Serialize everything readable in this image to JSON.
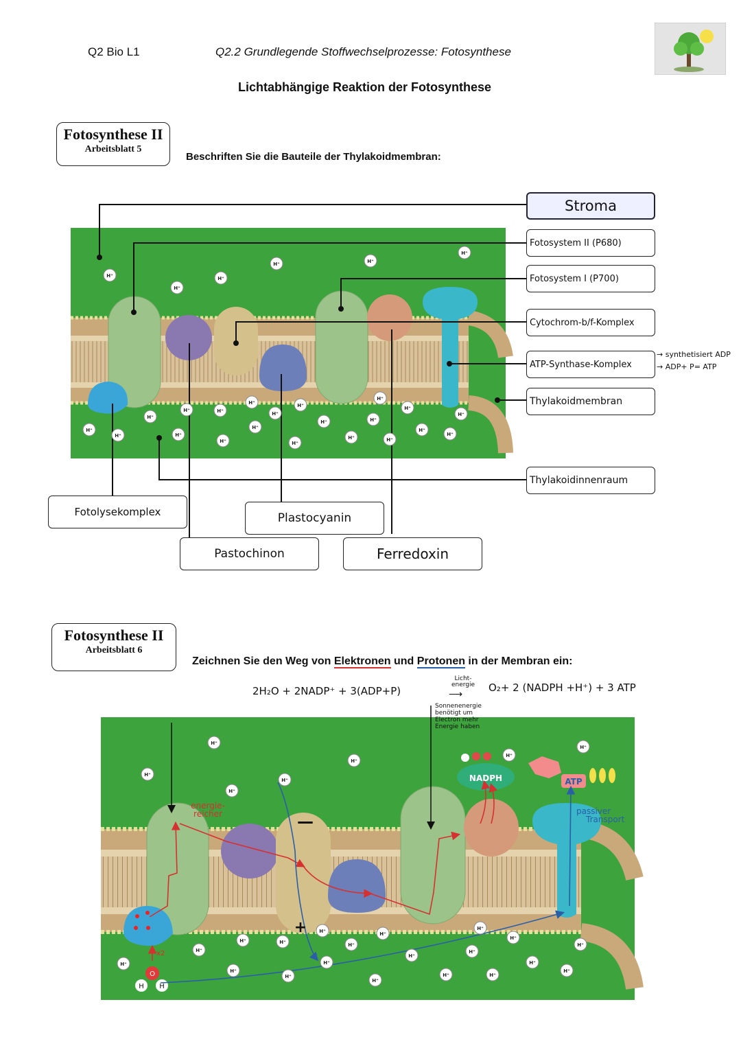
{
  "header": {
    "course": "Q2 Bio L1",
    "unit": "Q2.2 Grundlegende Stoffwechselprozesse: Fotosynthese",
    "title": "Lichtabhängige Reaktion der Fotosynthese"
  },
  "worksheet1": {
    "name": "Fotosynthese II",
    "sheet": "Arbeitsblatt 5",
    "instruction": "Beschriften Sie die Bauteile der Thylakoidmembran:",
    "labels": {
      "stroma": "Stroma",
      "ps2": "Fotosystem II (P680)",
      "ps1": "Fotosystem I (P700)",
      "cytochrom": "Cytochrom-b/f-Komplex",
      "atp_synthase": "ATP-Synthase-Komplex",
      "membrane": "Thylakoidmembran",
      "lumen": "Thylakoidinnenraum",
      "photolysis": "Fotolysekomplex",
      "plastocyanin": "Plastocyanin",
      "plastochinon": "Pastochinon",
      "ferredoxin": "Ferredoxin"
    },
    "atp_notes": [
      "synthetisiert ADP",
      "ADP+ P= ATP"
    ],
    "proton_label": "H⁺"
  },
  "worksheet2": {
    "name": "Fotosynthese II",
    "sheet": "Arbeitsblatt 6",
    "instruction_pre": "Zeichnen Sie  den Weg von ",
    "instruction_e": "Elektronen",
    "instruction_mid": " und ",
    "instruction_p": "Protonen",
    "instruction_post": " in der Membran ein:",
    "equation_left": "2H₂O + 2NADP⁺ + 3(ADP+P)",
    "equation_arrow_label": "Licht-energie",
    "equation_right": "O₂+ 2 (NADPH +H⁺) + 3 ATP",
    "sun_note": [
      "Sonnenenergie",
      "benötigt um",
      "Electron mehr",
      "Energie haben"
    ],
    "energy_note": "energie-reicher",
    "nadph": "NADPH",
    "atp": "ATP",
    "passive_note": [
      "passiver",
      "Transport"
    ],
    "x2": "x2",
    "minus": "—",
    "plus": "+",
    "water_o": "O",
    "water_h": "H"
  },
  "colors": {
    "background_green": "#3da33d",
    "membrane_tan": "#c9a97a",
    "ps_green": "#9cc48a",
    "purple": "#8a78b0",
    "tan_protein": "#d4c08a",
    "blue_protein": "#6d7fb8",
    "orange_protein": "#d49a7a",
    "atp_synthase": "#3ab7c8",
    "photolysis": "#3aa6d8",
    "electron_arrow": "#d63030",
    "proton_arrow": "#2a5fa8"
  }
}
